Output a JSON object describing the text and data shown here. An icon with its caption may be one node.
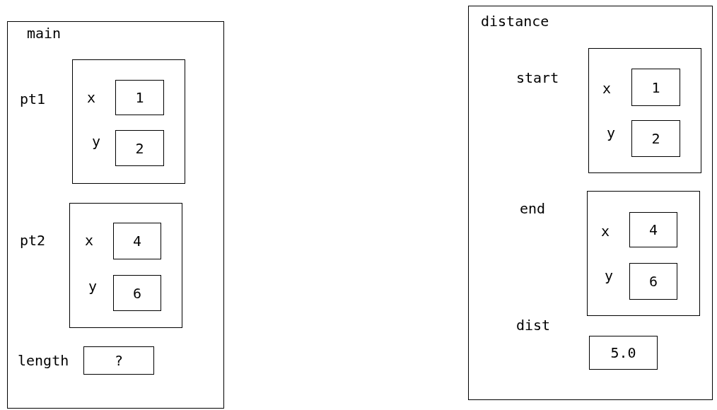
{
  "diagram": {
    "nodes": [
      {
        "text": [
          "main"
        ]
      },
      {
        "text": [
          "pt1"
        ],
        "in": 0
      },
      {
        "text": [
          "1"
        ],
        "beside": [
          "x"
        ],
        "in": 1
      },
      {
        "text": [
          "2"
        ],
        "beside": [
          "y"
        ],
        "in": 1
      },
      {
        "text": [
          "pt2"
        ],
        "in": 0
      },
      {
        "text": [
          "4"
        ],
        "beside": [
          "x"
        ],
        "in": 4
      },
      {
        "text": [
          "6"
        ],
        "beside": [
          "y"
        ],
        "in": 4
      },
      {
        "text": [
          "?"
        ],
        "beside": [
          "length"
        ],
        "in": 0
      },
      {
        "text": [
          "distance"
        ]
      },
      {
        "text": [
          "start"
        ],
        "in": 8
      },
      {
        "text": [
          "1"
        ],
        "beside": [
          "x"
        ],
        "in": 9
      },
      {
        "text": [
          "2"
        ],
        "beside": [
          "y"
        ],
        "in": 9
      },
      {
        "text": [
          "end"
        ],
        "in": 8
      },
      {
        "text": [
          "4"
        ],
        "beside": [
          "x"
        ],
        "in": 12
      },
      {
        "text": [
          "6"
        ],
        "beside": [
          "y"
        ],
        "in": 12
      },
      {
        "text": [
          "5.0"
        ],
        "beside": [
          "dist"
        ],
        "in": 8
      }
    ]
  }
}
